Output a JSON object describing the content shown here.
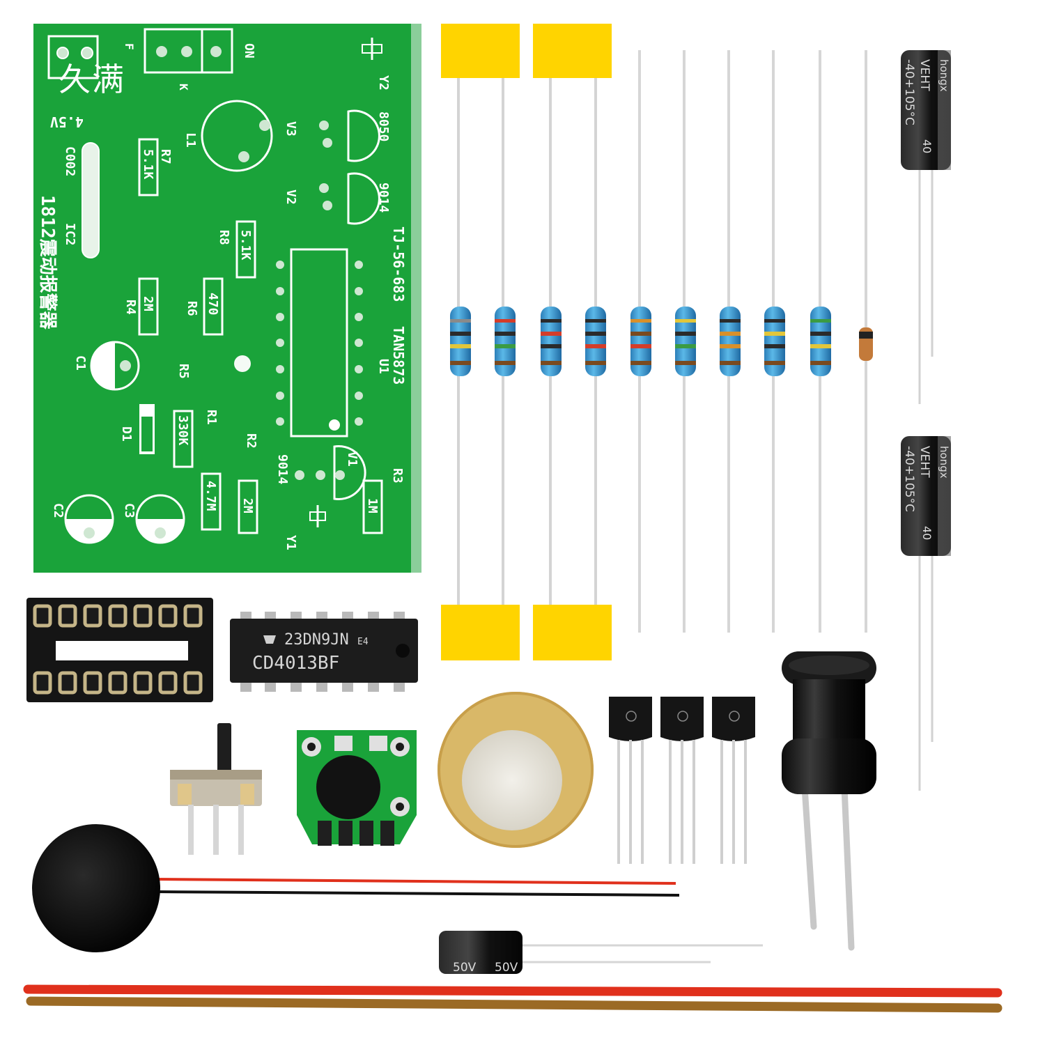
{
  "watermark": "久满",
  "pcb": {
    "color": "#1aa33a",
    "title": "1812震动报警器",
    "code": "TJ-56-683",
    "ic_name": "TAN5873",
    "labels": {
      "power": "4.5V",
      "switch_on": "ON",
      "switch_k": "K",
      "c002": "C002",
      "ic2": "IC2",
      "u1": "U1",
      "l1": "L1",
      "y1": "Y1",
      "y2": "Y2",
      "v1": "V1",
      "v2": "V2",
      "v3": "V3",
      "v1_type": "9014",
      "v2_type": "9014",
      "v3_type": "8050",
      "r1": "R1",
      "r2": "R2",
      "r3": "R3",
      "r4": "R4",
      "r5": "R5",
      "r6": "R6",
      "r7": "R7",
      "r8": "R8",
      "c1": "C1",
      "c2": "C2",
      "c3": "C3",
      "d1": "D1",
      "val_r7": "5.1K",
      "val_r8": "5.1K",
      "val_r4": "2M",
      "val_r6": "470",
      "val_r1": "330K",
      "val_r2": "4.7M",
      "val_2m": "2M",
      "val_1m": "1M"
    }
  },
  "ic_chip": {
    "line1": "23DN9JN",
    "suffix": "E4",
    "line2": "CD4013BF"
  },
  "capacitors_large": {
    "brand": "hongx",
    "series": "VEHT",
    "rating": "-40+105°C",
    "value": "40"
  },
  "capacitor_small": {
    "voltage": "50V"
  },
  "colors": {
    "pcb_green": "#1aa33a",
    "ceramic_cap_yellow": "#ffd400",
    "resistor_blue": "#3a9fd6",
    "wire_red": "#e0301c",
    "wire_brown": "#9b6a25",
    "piezo_brass": "#d9b868"
  }
}
